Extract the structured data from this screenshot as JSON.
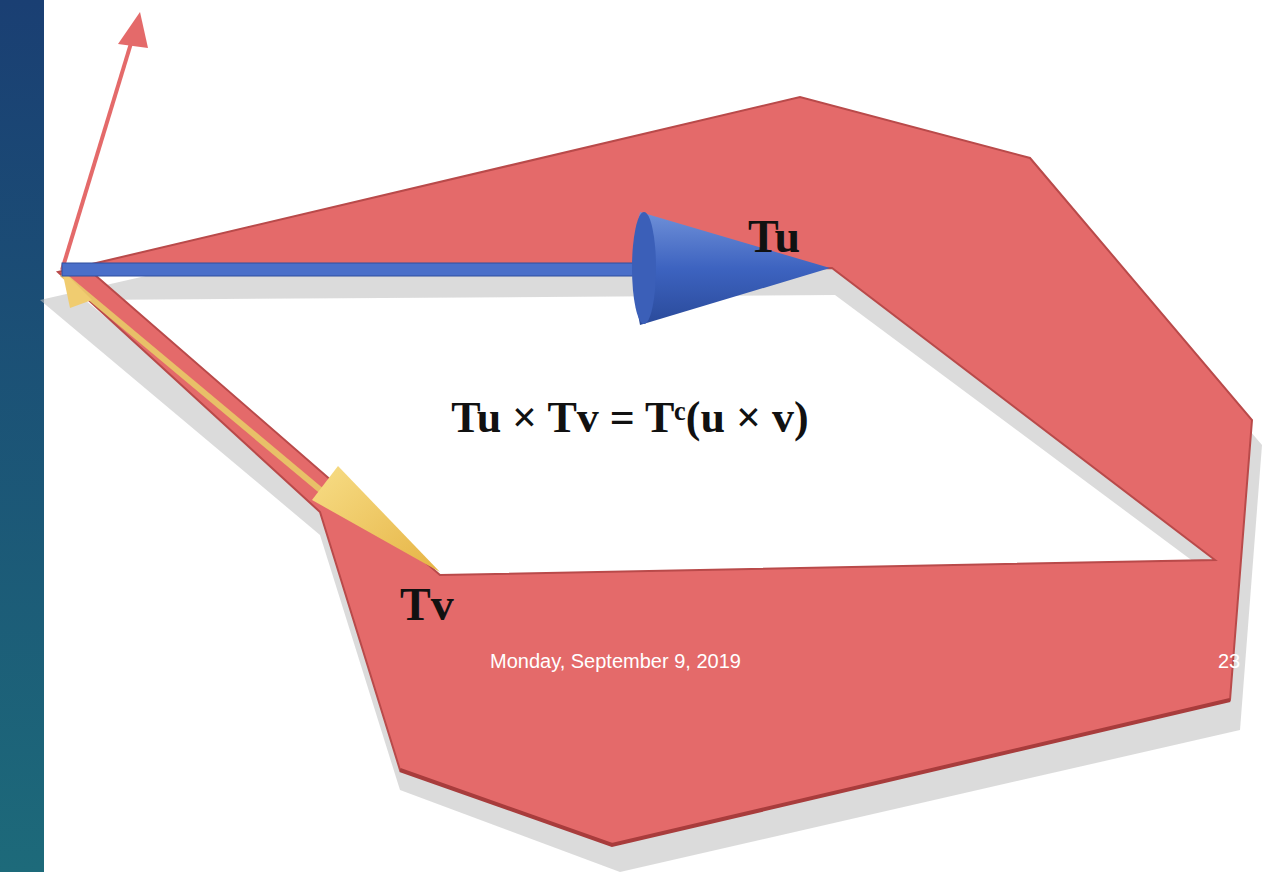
{
  "diagram": {
    "labels": [
      "Tu",
      "Tu × Tv = Tᶜ(u × v)",
      "Tv",
      "Monday, September 9, 2019",
      "23"
    ]
  }
}
